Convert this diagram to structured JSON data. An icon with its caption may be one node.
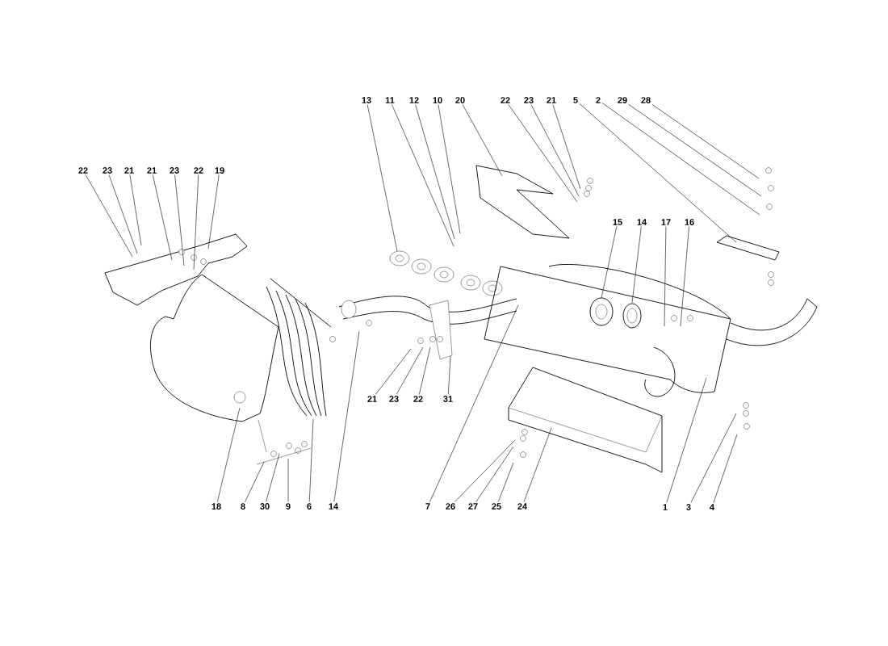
{
  "diagram": {
    "nodes": [
      {
        "text": [
          "13"
        ]
      },
      {
        "text": [
          "11"
        ]
      },
      {
        "text": [
          "12"
        ]
      },
      {
        "text": [
          "10"
        ]
      },
      {
        "text": [
          "20"
        ]
      },
      {
        "text": [
          "22"
        ]
      },
      {
        "text": [
          "23"
        ]
      },
      {
        "text": [
          "21"
        ]
      },
      {
        "text": [
          "5"
        ]
      },
      {
        "text": [
          "2"
        ]
      },
      {
        "text": [
          "29"
        ]
      },
      {
        "text": [
          "28"
        ]
      },
      {
        "text": [
          "22"
        ]
      },
      {
        "text": [
          "23"
        ]
      },
      {
        "text": [
          "21"
        ]
      },
      {
        "text": [
          "21"
        ]
      },
      {
        "text": [
          "23"
        ]
      },
      {
        "text": [
          "22"
        ]
      },
      {
        "text": [
          "19"
        ]
      },
      {
        "text": [
          "15"
        ]
      },
      {
        "text": [
          "14"
        ]
      },
      {
        "text": [
          "17"
        ]
      },
      {
        "text": [
          "16"
        ]
      },
      {
        "text": [
          "21"
        ]
      },
      {
        "text": [
          "23"
        ]
      },
      {
        "text": [
          "22"
        ]
      },
      {
        "text": [
          "31"
        ]
      },
      {
        "text": [
          "18"
        ]
      },
      {
        "text": [
          "8"
        ]
      },
      {
        "text": [
          "30"
        ]
      },
      {
        "text": [
          "9"
        ]
      },
      {
        "text": [
          "6"
        ]
      },
      {
        "text": [
          "14"
        ]
      },
      {
        "text": [
          "7"
        ]
      },
      {
        "text": [
          "26"
        ]
      },
      {
        "text": [
          "27"
        ]
      },
      {
        "text": [
          "25"
        ]
      },
      {
        "text": [
          "24"
        ]
      },
      {
        "text": [
          "1"
        ]
      },
      {
        "text": [
          "3"
        ]
      },
      {
        "text": [
          "4"
        ]
      }
    ],
    "edges": [
      {
        "from": 0,
        "to": null,
        "arrow": "none"
      },
      {
        "from": 1,
        "to": null,
        "arrow": "none"
      },
      {
        "from": 2,
        "to": null,
        "arrow": "none"
      },
      {
        "from": 3,
        "to": null,
        "arrow": "none"
      },
      {
        "from": 4,
        "to": null,
        "arrow": "none"
      },
      {
        "from": 5,
        "to": null,
        "arrow": "none"
      },
      {
        "from": 6,
        "to": null,
        "arrow": "none"
      },
      {
        "from": 7,
        "to": null,
        "arrow": "none"
      },
      {
        "from": 8,
        "to": null,
        "arrow": "none"
      },
      {
        "from": 9,
        "to": null,
        "arrow": "none"
      },
      {
        "from": 10,
        "to": null,
        "arrow": "none"
      },
      {
        "from": 11,
        "to": null,
        "arrow": "none"
      },
      {
        "from": 12,
        "to": null,
        "arrow": "none"
      },
      {
        "from": 13,
        "to": null,
        "arrow": "none"
      },
      {
        "from": 14,
        "to": null,
        "arrow": "none"
      },
      {
        "from": 15,
        "to": null,
        "arrow": "none"
      },
      {
        "from": 16,
        "to": null,
        "arrow": "none"
      },
      {
        "from": 17,
        "to": null,
        "arrow": "none"
      },
      {
        "from": 18,
        "to": null,
        "arrow": "none"
      },
      {
        "from": 19,
        "to": null,
        "arrow": "none"
      },
      {
        "from": 20,
        "to": null,
        "arrow": "none"
      },
      {
        "from": 21,
        "to": null,
        "arrow": "none"
      },
      {
        "from": 22,
        "to": null,
        "arrow": "none"
      },
      {
        "from": 23,
        "to": null,
        "arrow": "none"
      },
      {
        "from": 24,
        "to": null,
        "arrow": "none"
      },
      {
        "from": 25,
        "to": null,
        "arrow": "none"
      },
      {
        "from": 26,
        "to": null,
        "arrow": "none"
      },
      {
        "from": 27,
        "to": null,
        "arrow": "none"
      },
      {
        "from": 28,
        "to": null,
        "arrow": "none"
      },
      {
        "from": 29,
        "to": null,
        "arrow": "none"
      },
      {
        "from": 30,
        "to": null,
        "arrow": "none"
      },
      {
        "from": 31,
        "to": null,
        "arrow": "none"
      },
      {
        "from": 32,
        "to": null,
        "arrow": "none"
      },
      {
        "from": 33,
        "to": null,
        "arrow": "none"
      },
      {
        "from": 34,
        "to": null,
        "arrow": "none"
      },
      {
        "from": 35,
        "to": null,
        "arrow": "none"
      },
      {
        "from": 36,
        "to": null,
        "arrow": "none"
      },
      {
        "from": 37,
        "to": null,
        "arrow": "none"
      },
      {
        "from": 38,
        "to": null,
        "arrow": "none"
      },
      {
        "from": 39,
        "to": null,
        "arrow": "none"
      },
      {
        "from": 40,
        "to": null,
        "arrow": "none"
      }
    ]
  }
}
